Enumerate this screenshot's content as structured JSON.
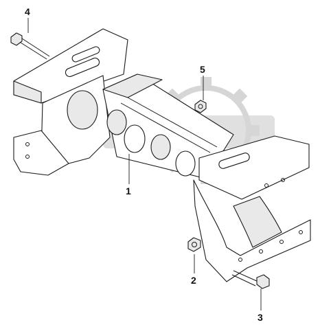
{
  "diagram": {
    "callouts": [
      {
        "id": "4",
        "label": "4"
      },
      {
        "id": "5",
        "label": "5"
      },
      {
        "id": "1",
        "label": "1"
      },
      {
        "id": "2",
        "label": "2"
      },
      {
        "id": "3",
        "label": "3"
      }
    ],
    "colors": {
      "line": "#1a1a1a",
      "watermark": "#d6d6d6",
      "background": "#ffffff"
    }
  }
}
